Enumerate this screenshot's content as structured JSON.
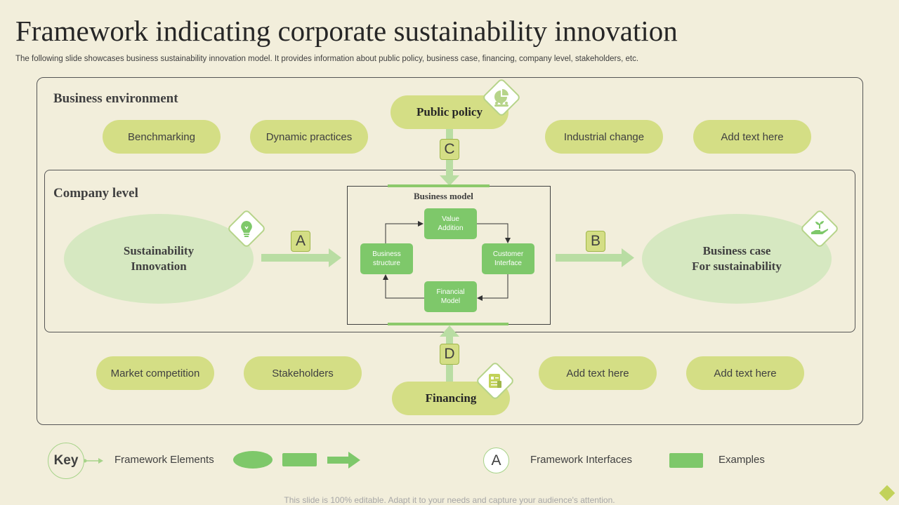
{
  "slide": {
    "title": "Framework indicating corporate sustainability innovation",
    "subtitle": "The following slide showcases business sustainability innovation model. It provides information about public policy, business case, financing, company level, stakeholders, etc."
  },
  "business_environment": {
    "label": "Business environment",
    "top_items": [
      "Benchmarking",
      "Dynamic practices",
      "Industrial change",
      "Add text here"
    ],
    "bottom_items": [
      "Market competition",
      "Stakeholders",
      "Add text here",
      "Add text here"
    ],
    "public_policy": "Public policy",
    "financing": "Financing"
  },
  "company_level": {
    "label": "Company level",
    "innovation": "Sustainability\nInnovation",
    "business_case": "Business case\nFor sustainability"
  },
  "interfaces": {
    "a": "A",
    "b": "B",
    "c": "C",
    "d": "D"
  },
  "business_model": {
    "title": "Business model",
    "value_addition": "Value\nAddition",
    "business_structure": "Business\nstructure",
    "customer_interface": "Customer\nInterface",
    "financial_model": "Financial\nModel"
  },
  "legend": {
    "key": "Key",
    "framework_elements": "Framework Elements",
    "interface_letter": "A",
    "framework_interfaces": "Framework Interfaces",
    "examples": "Examples"
  },
  "footer": "This slide is 100% editable. Adapt it to your needs and capture your audience's attention.",
  "icons": [
    "pie-chart-people-icon",
    "lightbulb-icon",
    "hand-plant-icon",
    "document-chart-icon"
  ],
  "colors": {
    "background": "#f2eedb",
    "pill": "#d4de85",
    "ellipse": "#d6e8c1",
    "green": "#7ec86a",
    "arrow": "#b9dda3"
  }
}
